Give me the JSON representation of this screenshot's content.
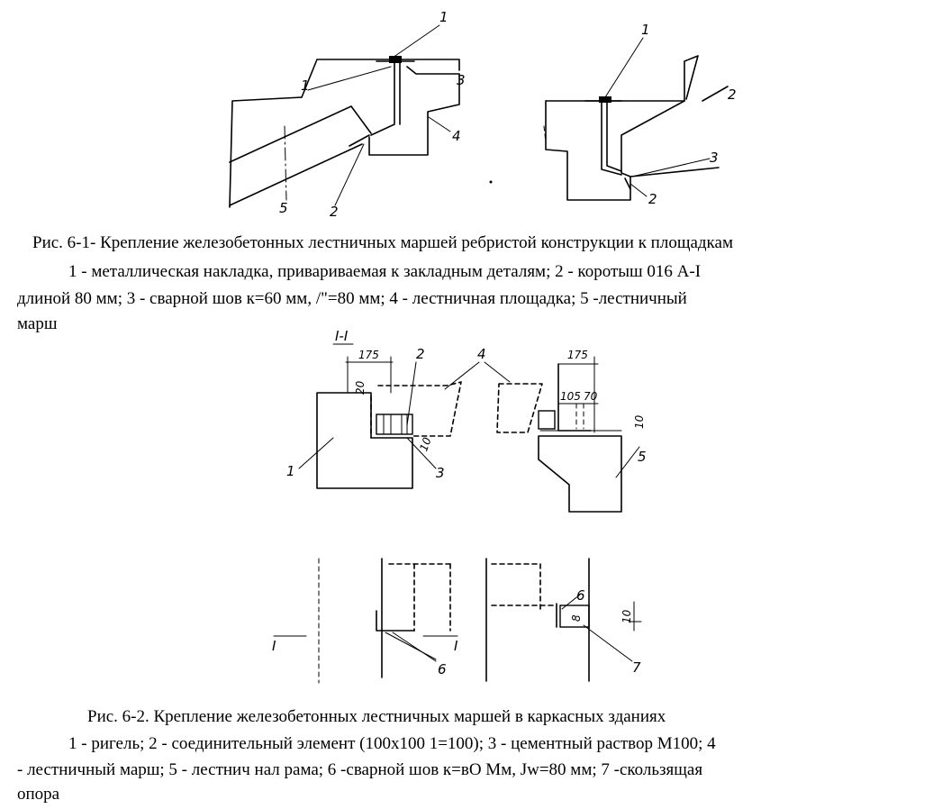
{
  "figure1": {
    "labels": {
      "left_1_top": "1",
      "left_1_side": "1",
      "left_2": "2",
      "left_3": "3",
      "left_4": "4",
      "left_5": "5",
      "right_1": "1",
      "right_2": "2",
      "right_3": "3",
      "right_edge": "2"
    },
    "caption": {
      "title": "Рис. 6-1- Крепление железобетонных лестничных маршей ребристой конструкции к площадкам",
      "line1": "1 - металлическая накладка, привариваемая к закладным деталям; 2 - коротыш 016 А-I",
      "line2": "длиной 80 мм; 3 - сварной шов к=60 мм, /\"=80 мм; 4 - лестничная площадка; 5 -лестничный",
      "line3": "марш"
    }
  },
  "figure2": {
    "section_label": "I-I",
    "dims": {
      "left_175": "175",
      "right_175": "175",
      "d20": "20",
      "d10a": "10",
      "d105": "105",
      "d70": "70",
      "d10b": "10",
      "d10c": "10"
    },
    "labels": {
      "n1": "1",
      "n2": "2",
      "n3": "3",
      "n4": "4",
      "n5": "5",
      "n6a": "6",
      "n6b": "6",
      "n7": "7",
      "n8": "8",
      "cut_left": "I",
      "cut_right": "I"
    },
    "caption": {
      "title": "Рис. 6-2. Крепление железобетонных лестничных маршей в каркасных зданиях",
      "line1": "1 - ригель; 2 - соединительный элемент (100х100 1=100); 3 - цементный раствор М100; 4",
      "line2": "- лестничный марш; 5 - лестнич нал рама; 6 -сварной шов к=вО Мм, Jw=80 мм; 7 -скользящая",
      "line3": "опора"
    }
  }
}
